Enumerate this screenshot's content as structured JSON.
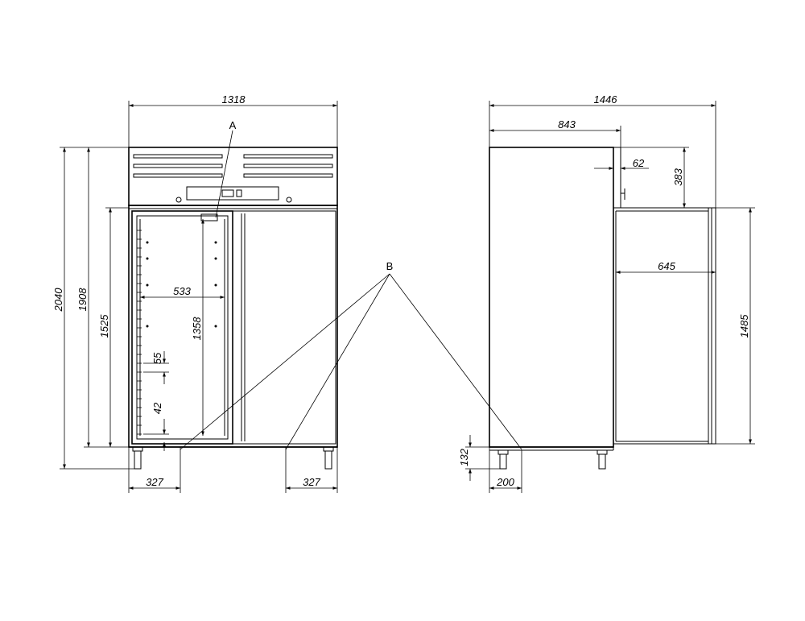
{
  "labels": {
    "a": "A",
    "b": "B"
  },
  "front": {
    "width": "1318",
    "height_total": "2040",
    "height_body": "1908",
    "height_door": "1525",
    "inner_width": "533",
    "inner_height": "1358",
    "rail_pitch": "55",
    "rail_gap": "42",
    "leg_offset_left": "327",
    "leg_offset_right": "327"
  },
  "side": {
    "depth_total": "1446",
    "depth_body": "843",
    "handle_depth": "62",
    "top_height": "383",
    "door_depth": "645",
    "door_height": "1485",
    "leg_height": "132",
    "leg_offset": "200"
  }
}
